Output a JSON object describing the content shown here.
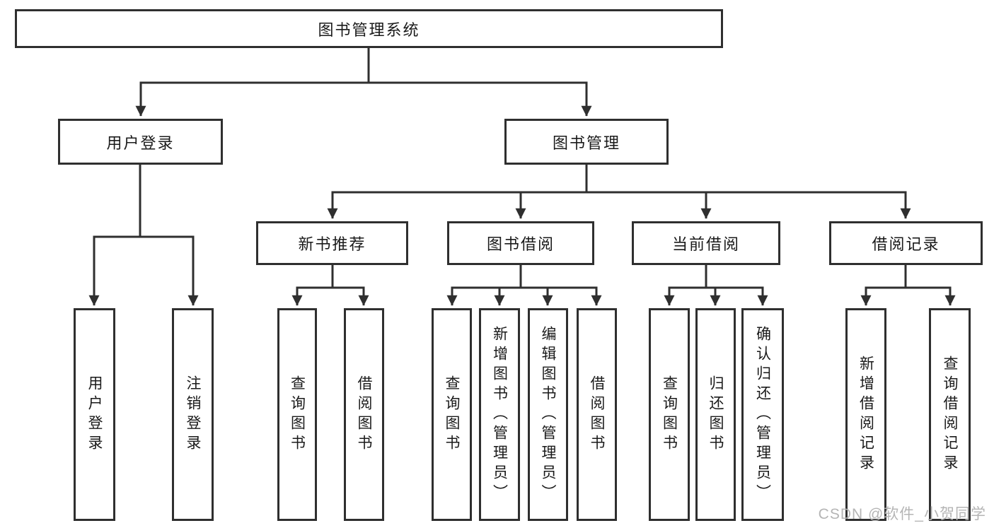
{
  "diagram": {
    "title": "图书管理系统",
    "tree": {
      "root": {
        "label": "图书管理系统"
      },
      "branches": [
        {
          "label": "用户登录",
          "children": [
            {
              "label": "用户登录"
            },
            {
              "label": "注销登录"
            }
          ]
        },
        {
          "label": "图书管理",
          "children": [
            {
              "label": "新书推荐",
              "children": [
                {
                  "label": "查询图书"
                },
                {
                  "label": "借阅图书"
                }
              ]
            },
            {
              "label": "图书借阅",
              "children": [
                {
                  "label": "查询图书"
                },
                {
                  "label": "新增图书（管理员）"
                },
                {
                  "label": "编辑图书（管理员）"
                },
                {
                  "label": "借阅图书"
                }
              ]
            },
            {
              "label": "当前借阅",
              "children": [
                {
                  "label": "查询图书"
                },
                {
                  "label": "归还图书"
                },
                {
                  "label": "确认归还（管理员）"
                }
              ]
            },
            {
              "label": "借阅记录",
              "children": [
                {
                  "label": "新增借阅记录"
                },
                {
                  "label": "查询借阅记录"
                }
              ]
            }
          ]
        }
      ]
    },
    "colors": {
      "line": "#2f2f2f",
      "box_background": "#ffffff",
      "text": "#1a1a1a",
      "watermark": "#b5b5b5"
    }
  },
  "watermark": {
    "text": "CSDN @软件_小贺同学"
  }
}
